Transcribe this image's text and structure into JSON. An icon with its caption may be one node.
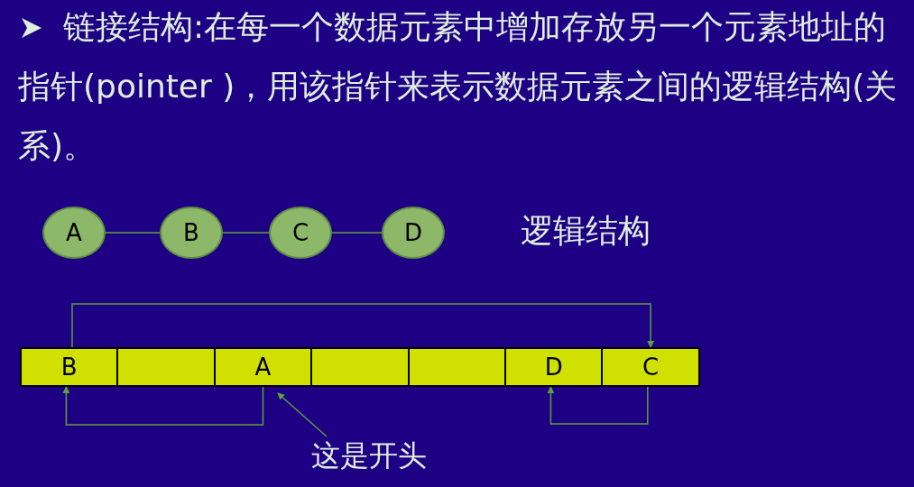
{
  "diagram": {
    "nodes": [
      {
        "text": [
          "A"
        ]
      },
      {
        "text": [
          "B"
        ]
      },
      {
        "text": [
          "C"
        ]
      },
      {
        "text": [
          "D"
        ]
      },
      {
        "text": [
          "B"
        ]
      },
      {
        "text": [],
        "shape": "box"
      },
      {
        "text": [
          "A"
        ]
      },
      {
        "text": [],
        "shape": "box"
      },
      {
        "text": [],
        "shape": "box"
      },
      {
        "text": [
          "D"
        ]
      },
      {
        "text": [
          "C"
        ]
      },
      {
        "text": [
          "这是开头"
        ]
      }
    ],
    "edges": [
      {
        "from": 0,
        "to": 1,
        "arrow": "none"
      },
      {
        "from": 1,
        "to": 2,
        "arrow": "none"
      },
      {
        "from": 2,
        "to": 3,
        "arrow": "none"
      },
      {
        "from": 6,
        "to": 4,
        "arrow": "to"
      },
      {
        "from": 4,
        "to": 10,
        "arrow": "to"
      },
      {
        "from": 10,
        "to": 9,
        "arrow": "to"
      },
      {
        "from": 11,
        "to": 6,
        "arrow": "to"
      }
    ],
    "labels": [
      "链接结构:在每一个数据元素中增加存放另一个元素地址的指针(pointer )，用该指针来表示数据元素之间的逻辑结构(关系)。",
      "逻辑结构"
    ]
  }
}
